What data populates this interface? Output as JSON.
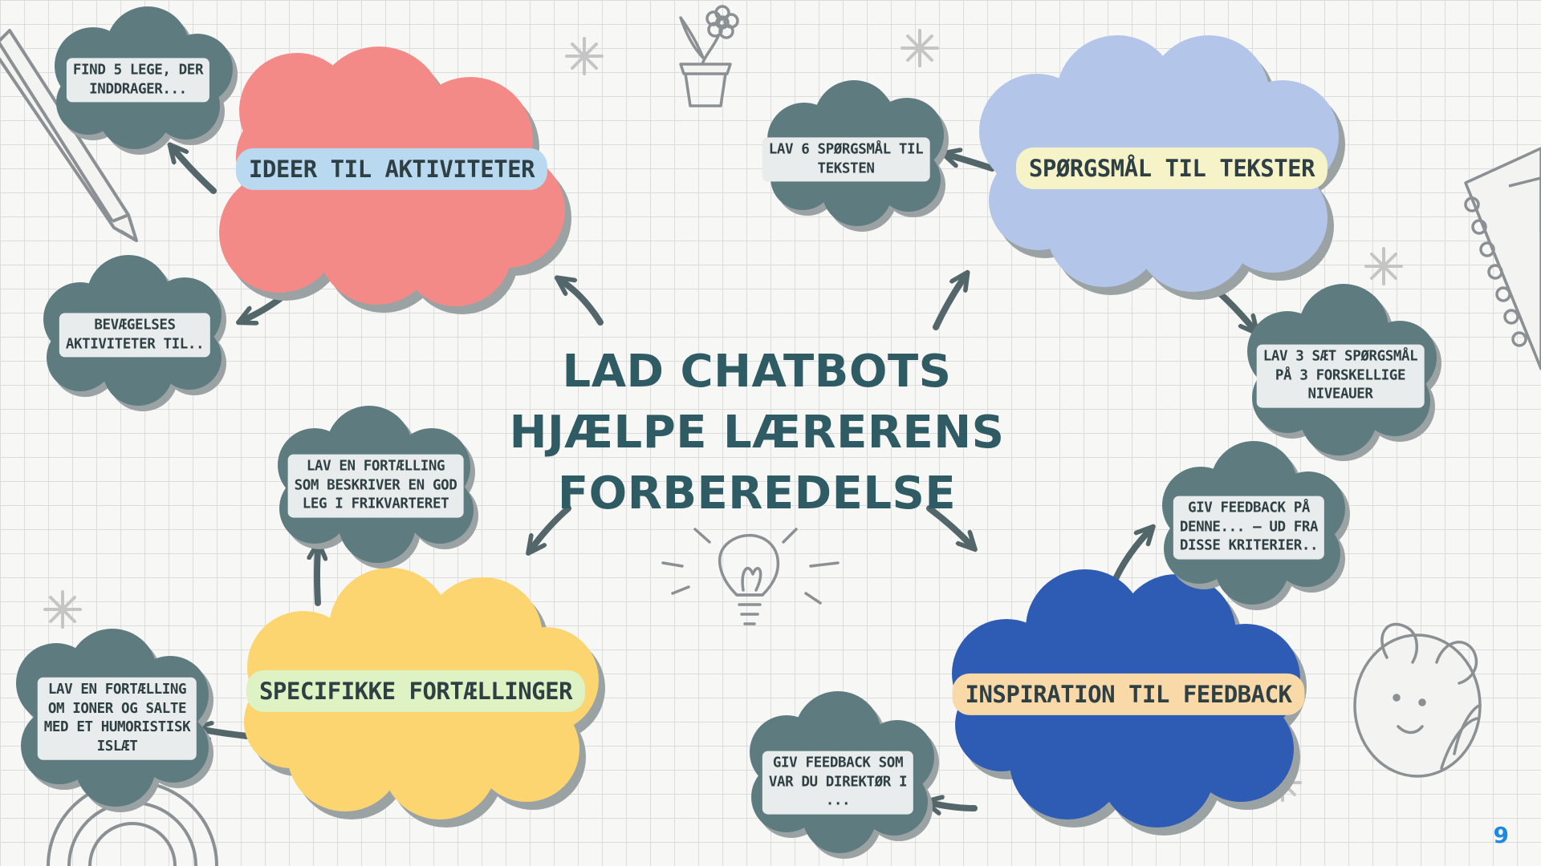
{
  "title": "LAD CHATBOTS\nHJÆLPE LÆRERENS\nFORBEREDELSE",
  "page_number": "9",
  "colors": {
    "title": "#2e5b64",
    "small_cloud": "#5e7c7f",
    "cloud_red": "#f48a87",
    "cloud_lightblue": "#b3c5e8",
    "cloud_yellow": "#fcd470",
    "cloud_darkblue": "#2e5bb4",
    "pill_activities": "#b9d9f0",
    "pill_questions": "#f6f3c9",
    "pill_stories": "#dff2c3",
    "pill_feedback": "#f9d9a8"
  },
  "topics": [
    {
      "id": "activities",
      "label": "IDEER TIL AKTIVITETER",
      "examples": [
        "FIND 5 LEGE, DER\nINDDRAGER...",
        "BEVÆGELSES\nAKTIVITETER TIL.."
      ]
    },
    {
      "id": "questions",
      "label": "SPØRGSMÅL TIL TEKSTER",
      "examples": [
        "LAV 6 SPØRGSMÅL TIL\nTEKSTEN",
        "LAV 3 SÆT SPØRGSMÅL\nPÅ 3 FORSKELLIGE\nNIVEAUER"
      ]
    },
    {
      "id": "stories",
      "label": "SPECIFIKKE FORTÆLLINGER",
      "examples": [
        "LAV EN FORTÆLLING\nSOM BESKRIVER EN GOD\nLEG I FRIKVARTERET",
        "LAV EN FORTÆLLING\nOM IONER OG SALTE\nMED ET HUMORISTISK\nISLÆT"
      ]
    },
    {
      "id": "feedback",
      "label": "INSPIRATION TIL FEEDBACK",
      "examples": [
        "GIV FEEDBACK PÅ\nDENNE... – UD FRA\nDISSE KRITERIER..",
        "GIV FEEDBACK SOM\nVAR DU DIREKTØR I\n..."
      ]
    }
  ],
  "decorations": [
    "pencil",
    "flower-pot",
    "notebook",
    "light-bulb",
    "bee",
    "rainbow",
    "sparkle"
  ]
}
